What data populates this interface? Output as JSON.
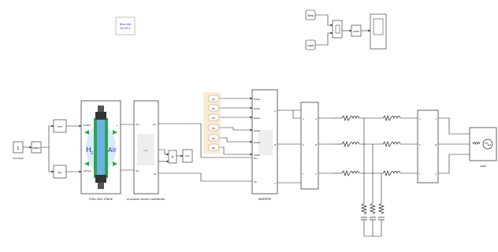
{
  "palette": {
    "line": "#222222",
    "block_fill": "#ffffff",
    "block_shade": "#eeeeee",
    "pulse_fill": "#f7e2c8",
    "pulse_border": "#c9955a",
    "stack_green": "#2fa44a",
    "stack_blue": "#6ab2e6",
    "stack_blue_light": "#cfe6f7",
    "label_blue": "#2a2ad0",
    "stack_dark": "#333333"
  },
  "powergui": {
    "line1": "Discrete",
    "line2": "5e-05 s"
  },
  "top_right": {
    "in1": "Step",
    "in2": "Load",
    "out_label": "STEP"
  },
  "source": {
    "value": "1",
    "caption": "Constant",
    "gain": "PEMFC"
  },
  "gas": {
    "flow1": "fH2",
    "flow2": "fAir"
  },
  "fuel_cell": {
    "caption": "FUEL CELL STACK",
    "port_h2": "FuelH2",
    "port_air": "AirFlow",
    "port_plus": "+",
    "port_minus": "-",
    "h2": "H",
    "h2_sub": "2",
    "air": "Air"
  },
  "converter": {
    "caption": "QUADRATIC BOOST CONVERTER",
    "in_plus": "Vin+",
    "in_minus": "Vin-",
    "out_plus": "Vo+",
    "out_minus": "Vo-",
    "gate": "Gate"
  },
  "monitor": {
    "meter": "V",
    "scope": "Vdc"
  },
  "pulses": [
    "P1",
    "P2",
    "P3",
    "P4",
    "P5",
    "P6"
  ],
  "inverter": {
    "caption": "INVERTER",
    "left_ports": [
      "Pulse1",
      "Pulse2",
      "Pulse3",
      "Pulse4",
      "Pulse5",
      "Pulse6",
      "DC+",
      "DC-"
    ],
    "right_ports": [
      "A",
      "B",
      "C"
    ]
  },
  "meas_left": {
    "ports_in": [
      "a",
      "b",
      "c"
    ],
    "ports_out": [
      "A",
      "B",
      "C"
    ]
  },
  "meas_right": {
    "ports_in": [
      "a",
      "b",
      "c"
    ],
    "ports_out": [
      "A",
      "B",
      "C"
    ]
  },
  "grid": {
    "caption": "GRID"
  }
}
